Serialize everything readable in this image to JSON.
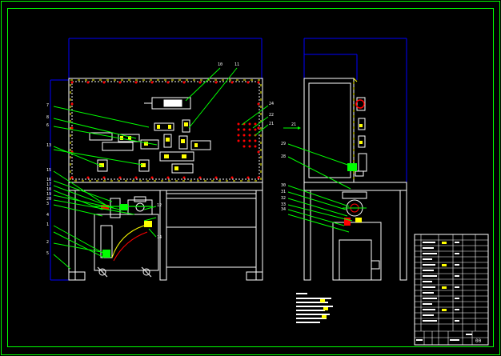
{
  "drawing": {
    "colors": {
      "background": "#000000",
      "frame": "#00ff00",
      "outline": "#ffffff",
      "dimension": "#0000ff",
      "leader": "#00ff00",
      "marker": "#ff0000",
      "accent": "#ffff00"
    },
    "front_callouts_left": [
      "7",
      "8",
      "6",
      "13",
      "15",
      "16",
      "17",
      "18",
      "19",
      "20",
      "3",
      "4",
      "1",
      "2",
      "5"
    ],
    "front_callouts_top": [
      "10",
      "11"
    ],
    "front_callouts_right": [
      "24",
      "22",
      "21",
      "12",
      "14"
    ],
    "side_callouts_left": [
      "29",
      "28",
      "30",
      "31",
      "32",
      "33",
      "34"
    ],
    "side_callouts_right": [
      "21"
    ],
    "title_block": {
      "drawing_no": "00"
    }
  }
}
